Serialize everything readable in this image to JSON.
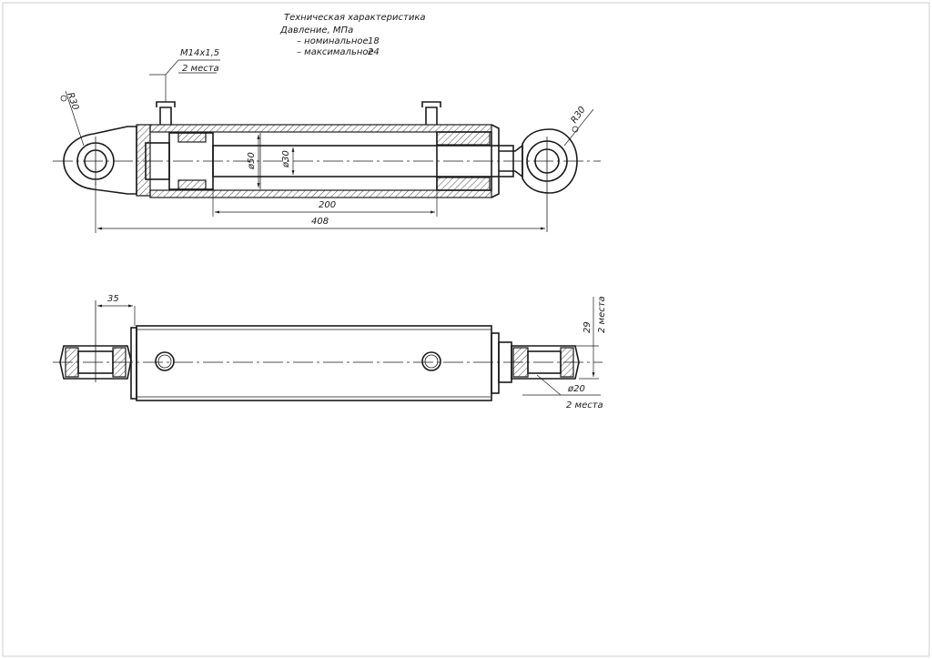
{
  "spec": {
    "title": "Техническая характеристика",
    "pressure": "Давление, МПа",
    "nominal_label": "– номинальное",
    "nominal_value": "18",
    "max_label": "– максимальное",
    "max_value": "24"
  },
  "top_view": {
    "thread_label": "М14х1,5",
    "thread_qty": "2 места",
    "left_radius": "R30",
    "right_radius": "R30",
    "bore_dia": "ø50",
    "rod_dia": "ø30",
    "stroke_len": "200",
    "total_len": "408"
  },
  "side_view": {
    "eye_offset": "35",
    "height": "29",
    "height_qty": "2 места",
    "pin_dia": "ø20",
    "pin_qty": "2 места"
  }
}
